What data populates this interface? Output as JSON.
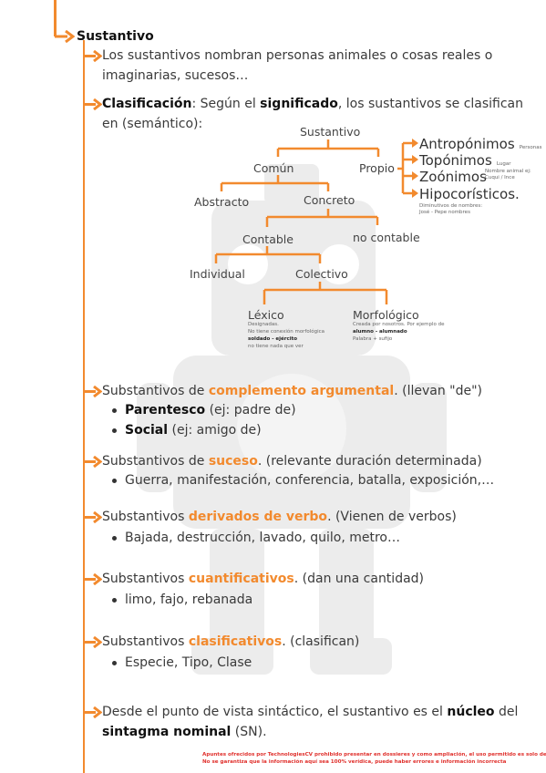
{
  "heading": "Sustantivo",
  "intro": [
    "Los sustantivos nombran personas animales o cosas reales o",
    "imaginarias, sucesos…"
  ],
  "classification": {
    "label": "Clasificación",
    "part1": ": Según el ",
    "keyword": "significado",
    "part2": ", los sustantivos se clasifican",
    "line2": "en (semántico):"
  },
  "tree": {
    "root": "Sustantivo",
    "comun": "Común",
    "propio": "Propio",
    "abstracto": "Abstracto",
    "concreto": "Concreto",
    "contable": "Contable",
    "no_contable": "no contable",
    "individual": "Individual",
    "colectivo": "Colectivo",
    "lexico": "Léxico",
    "lexico_notes": [
      "Designadas.",
      "No tiene conexión morfológica"
    ],
    "lexico_example": "soldado - ejército",
    "lexico_note2": "no tiene nada que ver",
    "morfologico": "Morfológico",
    "morfologico_note": "Creada por nosotros. Por ejemplo de",
    "morfologico_example": "alumno - alumnado",
    "morfologico_note2": "Palabra + sufijo",
    "propios": [
      {
        "label": "Antropónimos",
        "note": "Personas"
      },
      {
        "label": "Topónimos",
        "note": "Lugar"
      },
      {
        "label": "Zoónimos",
        "note": "Nombre animal ej: Cuqui / Ince"
      },
      {
        "label": "Hipocorísticos.",
        "note": "Diminutivos de nombres: José - Pepe nombres"
      }
    ]
  },
  "sections": [
    {
      "prefix": "Substantivos de ",
      "term": "complemento argumental",
      "suffix": ". (llevan \"de\")",
      "items": [
        {
          "bold": "Parentesco",
          "rest": " (ej: padre de)"
        },
        {
          "bold": "Social",
          "rest": " (ej: amigo de)"
        }
      ]
    },
    {
      "prefix": "Substantivos de ",
      "term": "suceso",
      "suffix": ". (relevante duración determinada)",
      "items": [
        {
          "bold": "",
          "rest": "Guerra, manifestación, conferencia,  batalla, exposición,…"
        }
      ]
    },
    {
      "prefix": "Substantivos ",
      "term": "derivados de verbo",
      "suffix": ".  (Vienen de verbos)",
      "items": [
        {
          "bold": "",
          "rest": "Bajada, destrucción, lavado, quilo, metro…"
        }
      ]
    },
    {
      "prefix": "Substantivos ",
      "term": "cuantificativos",
      "suffix": ".  (dan una cantidad)",
      "items": [
        {
          "bold": "",
          "rest": "limo, fajo, rebanada"
        }
      ]
    },
    {
      "prefix": "Substantivos ",
      "term": "clasificativos",
      "suffix": ".  (clasifican)",
      "items": [
        {
          "bold": "",
          "rest": "Especie, Tipo, Clase"
        }
      ]
    }
  ],
  "syntax": {
    "part1": "Desde el punto de vista sintáctico, el sustantivo es el ",
    "keyword": "núcleo",
    "part2": " del",
    "keyword2": "sintagma nominal",
    "part3": " (SN)."
  },
  "footer": [
    "Apuntes ofrecidos por TechnologiesCV prohibido presentar en dossieres y como ampliación, el uso permitido es solo de estudio",
    "No se garantiza que la información aquí sea 100% verídica, puede haber errores e información incorrecta"
  ],
  "colors": {
    "accent": "#f28a2e",
    "footer": "#e0312d"
  }
}
